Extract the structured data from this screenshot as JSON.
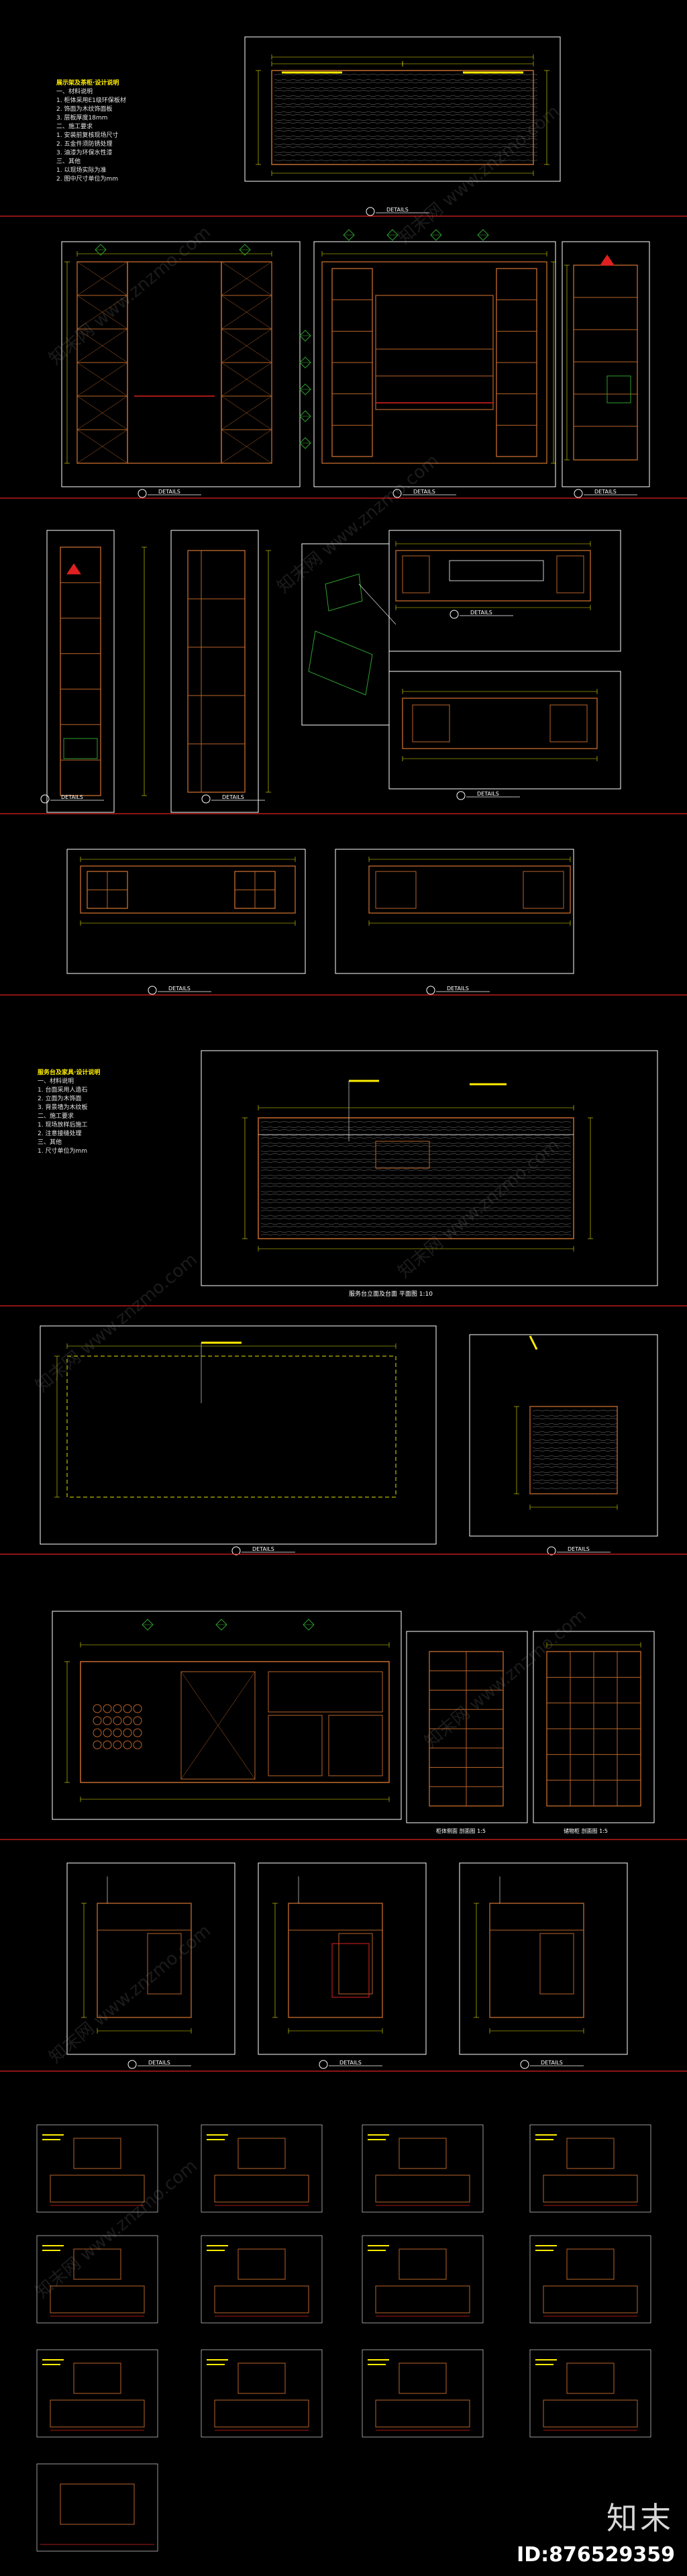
{
  "colors": {
    "background": "#000000",
    "frame": "#ffffff",
    "cabinet": "#b8642a",
    "dimension": "#e6e600",
    "grid": "#2e9f2e",
    "baseline": "#e02020",
    "marker": "#3a6cff",
    "annotation": "#00d6d6",
    "highlight": "#ffee00"
  },
  "notes_block_1": {
    "title": "展示架及茶柜·设计说明",
    "items": [
      "一、材料说明",
      "1. 柜体采用E1级环保板材",
      "2. 饰面为木纹饰面板",
      "3. 层板厚度18mm",
      "二、施工要求",
      "1. 安装前复核现场尺寸",
      "2. 五金件须防锈处理",
      "3. 油漆为环保水性漆",
      "三、其他",
      "1. 以现场实际为准",
      "2. 图中尺寸单位为mm"
    ]
  },
  "notes_block_2": {
    "title": "服务台及家具·设计说明",
    "items": [
      "一、材料说明",
      "1. 台面采用人造石",
      "2. 立面为木饰面",
      "3. 背景墙为木纹板",
      "二、施工要求",
      "1. 现场放样后施工",
      "2. 注意接缝处理",
      "三、其他",
      "1. 尺寸单位为mm"
    ]
  },
  "detail_label": "DETAILS",
  "caption_plan": "服务台立面及台面 平面图  1:10",
  "caption_section_a": "柜体侧面 剖面图  1:5",
  "caption_section_b": "储物柜 剖面图  1:5",
  "watermark": "知末网 www.znzmo.com",
  "brand": "知末",
  "image_id": "ID:876529359"
}
